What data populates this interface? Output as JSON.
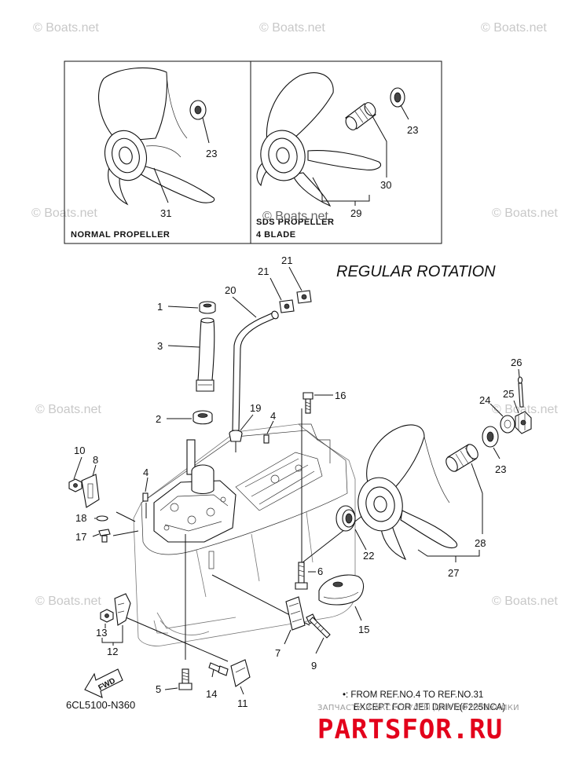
{
  "title": "REGULAR ROTATION",
  "diagram_code": "6CL5100-N360",
  "fwd_label": "FWD",
  "note": {
    "line1": "•: FROM REF.NO.4 TO REF.NO.31",
    "line2": "EXCEPT FOR JET DRIVE(F225NCA)"
  },
  "boxes": {
    "normal": {
      "label": "NORMAL PROPELLER"
    },
    "sds": {
      "label_line1": "SDS PROPELLER",
      "label_line2": "4 BLADE"
    }
  },
  "watermark": "© Boats.net",
  "footer": {
    "cyrillic": "ЗАПЧАСТИ И АКСЕССУАРЫ ДЛЯ МОТОТЕХНИКИ",
    "brand": "PARTSFOR.RU"
  },
  "callouts": {
    "c1": "1",
    "c2": "2",
    "c3": "3",
    "c4a": "4",
    "c4b": "4",
    "c5": "5",
    "c6": "6",
    "c7": "7",
    "c8": "8",
    "c9": "9",
    "c10": "10",
    "c11": "11",
    "c12": "12",
    "c13": "13",
    "c14": "14",
    "c15": "15",
    "c16": "16",
    "c17": "17",
    "c18": "18",
    "c19": "19",
    "c20": "20",
    "c21a": "21",
    "c21b": "21",
    "c22": "22",
    "c23a": "23",
    "c23b": "23",
    "c23c": "23",
    "c24": "24",
    "c25": "25",
    "c26": "26",
    "c27": "27",
    "c28": "28",
    "c29": "29",
    "c30": "30",
    "c31": "31"
  }
}
